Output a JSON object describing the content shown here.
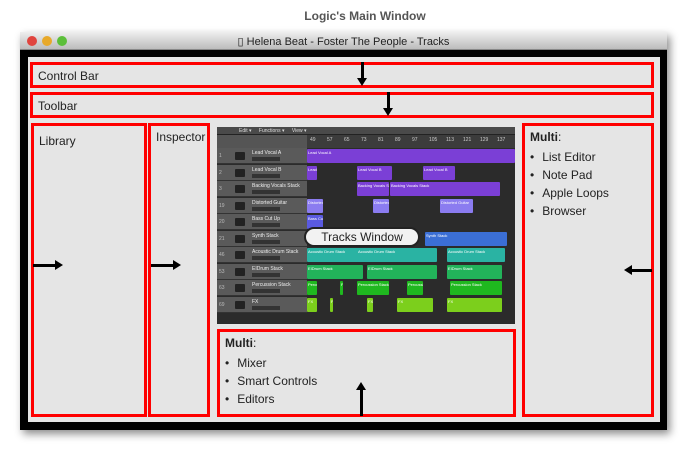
{
  "page_title": "Logic's Main Window",
  "window": {
    "title": "Helena Beat - Foster The People - Tracks",
    "title_icon": "document-icon"
  },
  "areas": {
    "control_bar": "Control Bar",
    "toolbar": "Toolbar",
    "library": "Library",
    "inspector": "Inspector",
    "tracks_window": "Tracks Window",
    "multi_bottom": {
      "title": "Multi",
      "colon": ":",
      "items": [
        "Mixer",
        "Smart Controls",
        "Editors"
      ]
    },
    "multi_right": {
      "title": "Multi",
      "colon": ":",
      "items": [
        "List Editor",
        "Note Pad",
        "Apple Loops",
        "Browser"
      ]
    }
  },
  "tracks_screenshot": {
    "menu": [
      "Edit ▾",
      "Functions ▾",
      "View ▾"
    ],
    "ruler": [
      "49",
      "57",
      "65",
      "73",
      "81",
      "89",
      "97",
      "105",
      "113",
      "121",
      "129",
      "137"
    ],
    "tracks": [
      {
        "num": "1",
        "name": "Lead Vocal A"
      },
      {
        "num": "2",
        "name": "Lead Vocal B"
      },
      {
        "num": "3",
        "name": "Backing Vocals Stack"
      },
      {
        "num": "19",
        "name": "Distorted Guitar"
      },
      {
        "num": "20",
        "name": "Bass Cut Up"
      },
      {
        "num": "21",
        "name": "Synth Stack"
      },
      {
        "num": "46",
        "name": "Acoustic Drum Stack"
      },
      {
        "num": "53",
        "name": "EIDrum Stack"
      },
      {
        "num": "63",
        "name": "Percussion Stack"
      },
      {
        "num": "69",
        "name": "FX"
      }
    ],
    "regions": [
      "Lead Vocal A",
      "Lead Vocal B",
      "Backing Vocals Stack",
      "Distorted Guitar",
      "Bass Cu",
      "Synth Stack",
      "Acoustic Drum Stack",
      "EIDrum Stack",
      "Percussion Stack",
      "FX"
    ]
  },
  "colors": {
    "highlight": "#ff0000",
    "purple": "#7b3fd6",
    "blue": "#3b6fd6",
    "teal": "#2ab3a3",
    "green": "#22b35a",
    "lime": "#7ccf1c"
  }
}
